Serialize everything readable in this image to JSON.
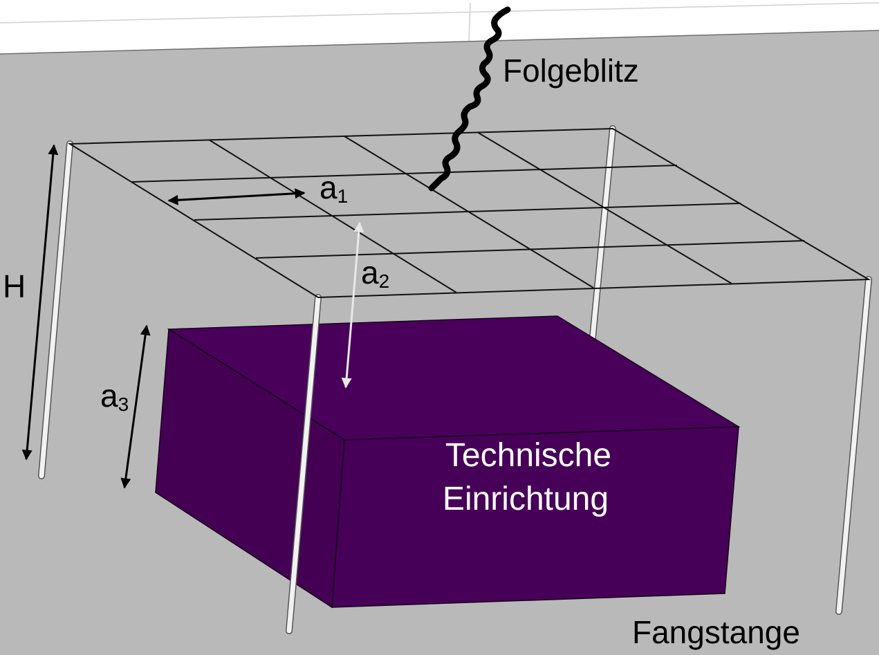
{
  "labels": {
    "folgeblitz": "Folgeblitz",
    "h": "H",
    "a1": {
      "main": "a",
      "sub": "1"
    },
    "a2": {
      "main": "a",
      "sub": "2"
    },
    "a3": {
      "main": "a",
      "sub": "3"
    },
    "box_line1": "Technische",
    "box_line2": "Einrichtung",
    "fangstange": "Fangstange"
  },
  "colors": {
    "ground": "#b9b9b9",
    "paper": "#ffffff",
    "box_top": "#49005a",
    "box_left": "#440052",
    "box_front": "#470058",
    "mesh": "#111111",
    "rod_fill": "#f2f2f2",
    "arrow_dark": "#000000",
    "arrow_light": "#e8e8e8",
    "box_text": "#ffffff"
  }
}
